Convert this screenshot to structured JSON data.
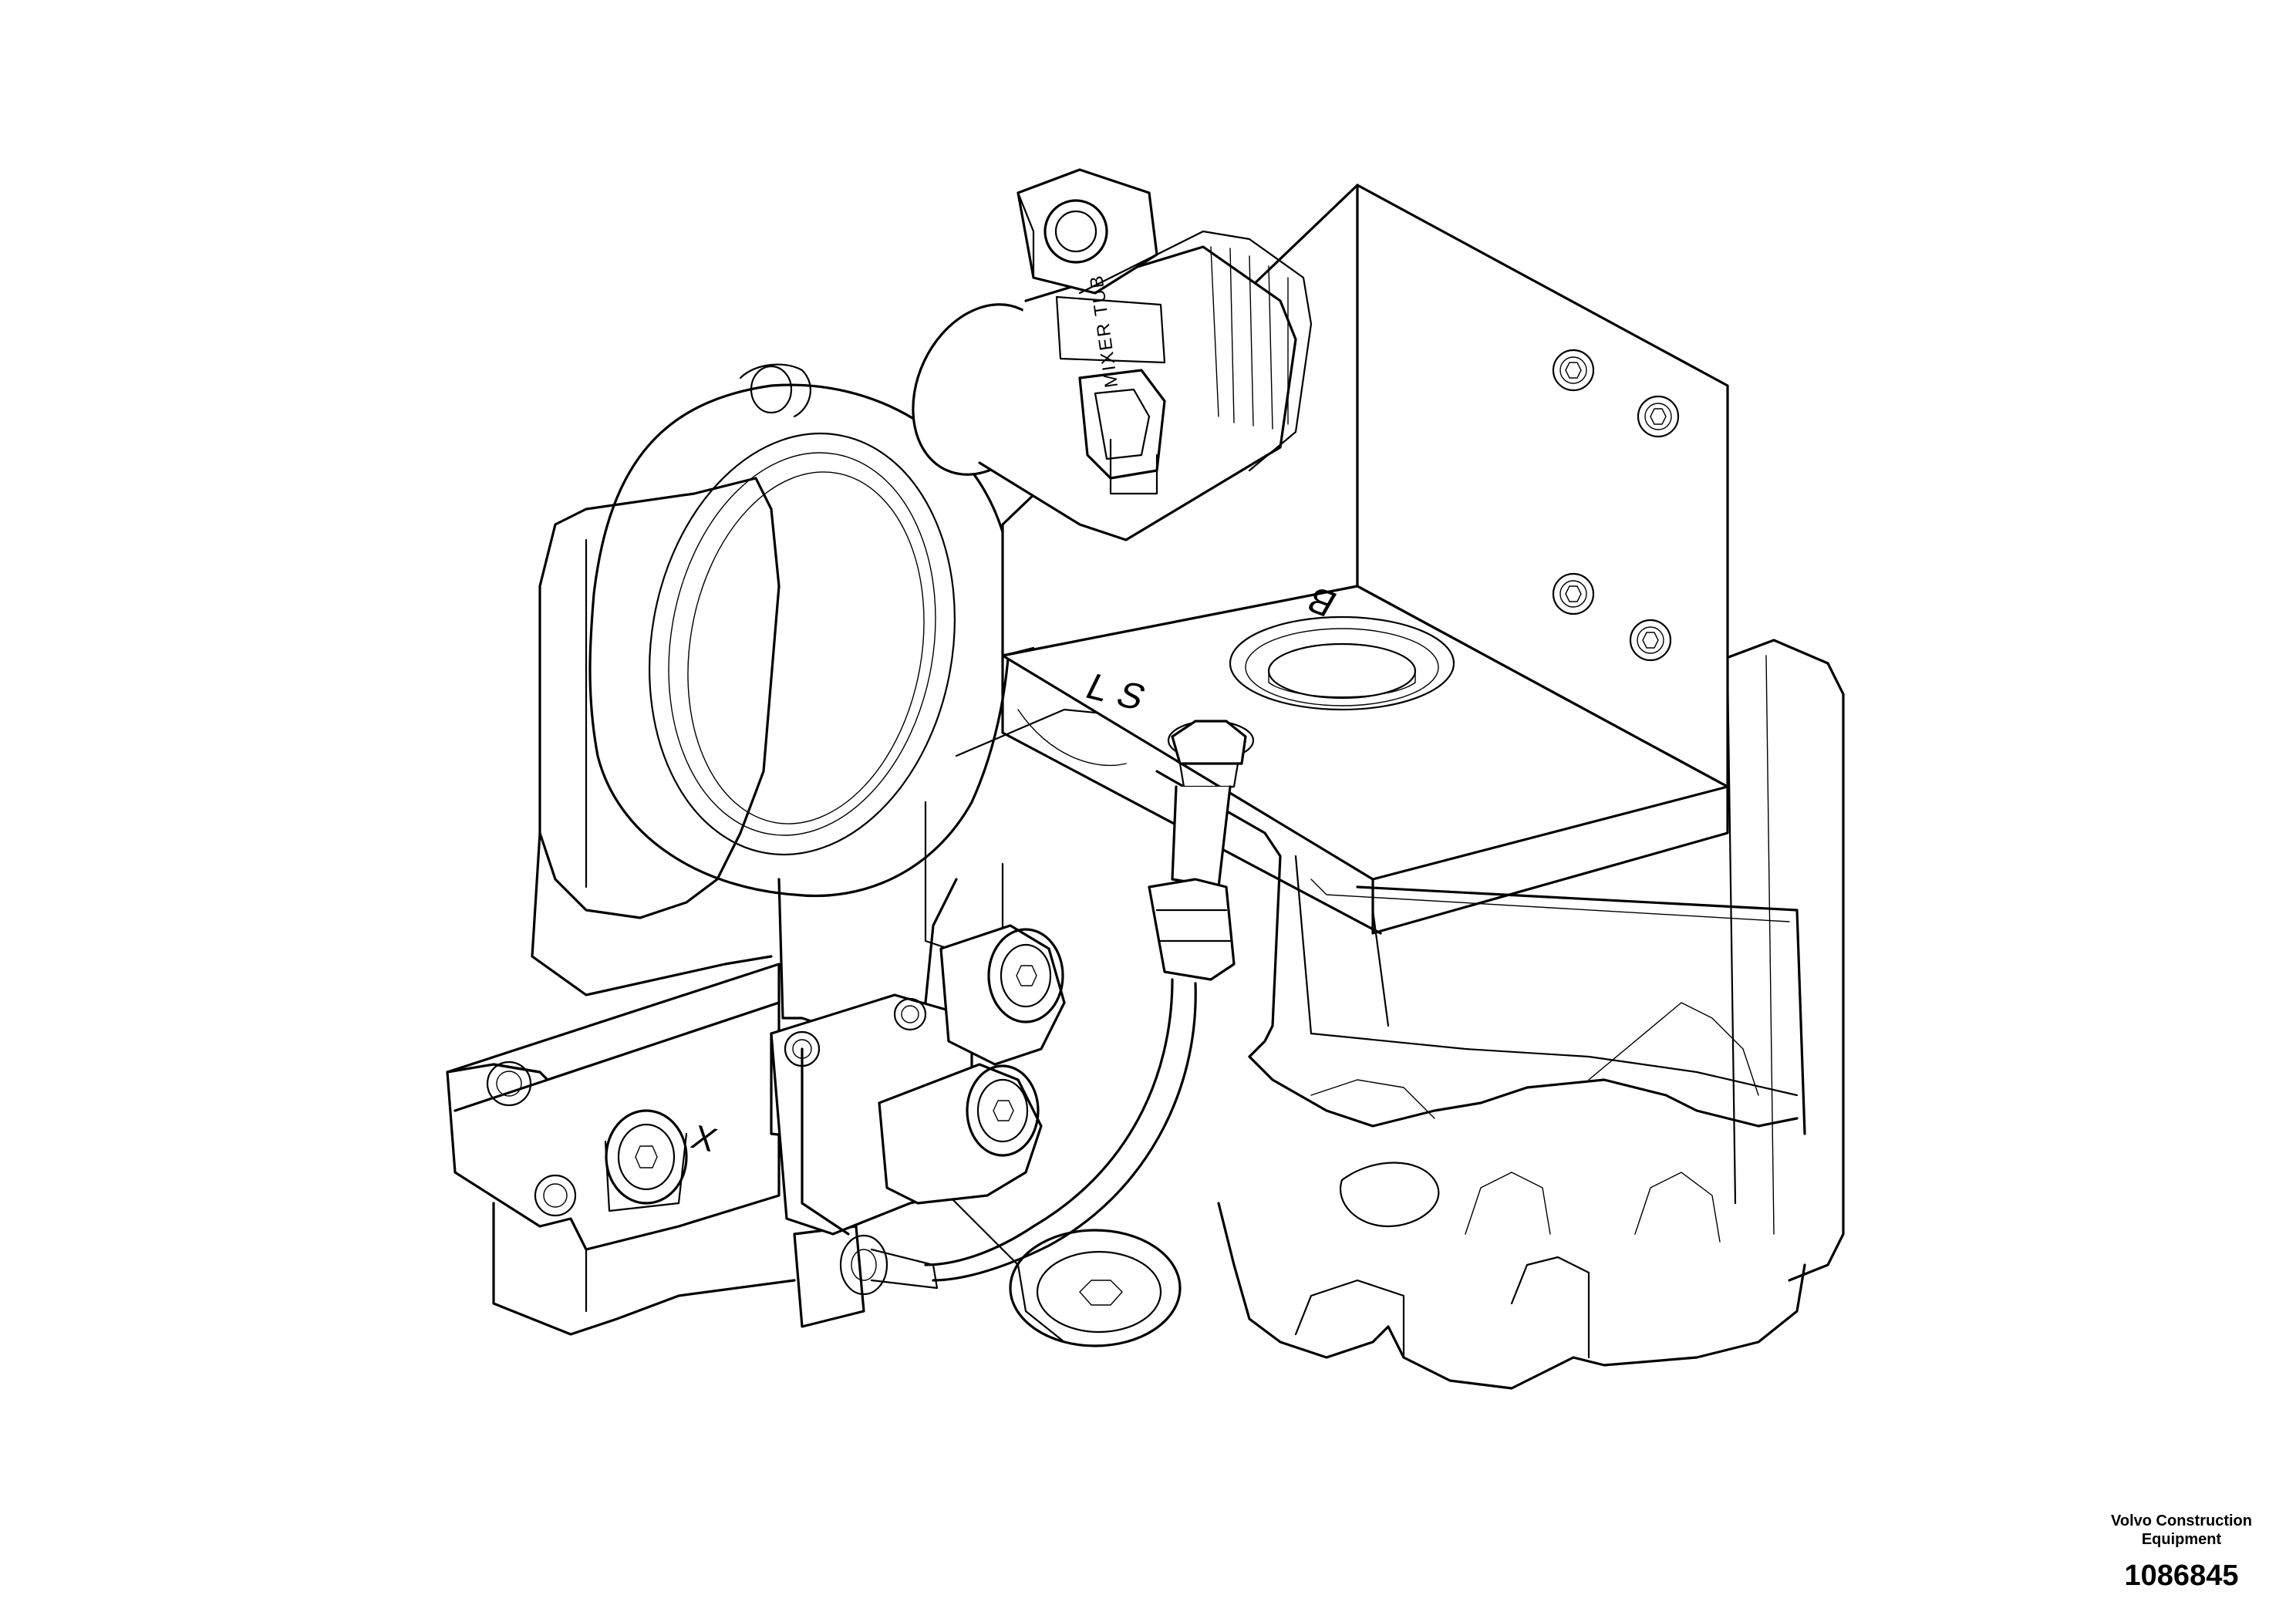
{
  "drawing": {
    "labels": {
      "port_b": "B",
      "port_ls": "LS",
      "port_x": "X",
      "coil_text": "MIXER TUB"
    }
  },
  "footer": {
    "company_line1": "Volvo Construction",
    "company_line2": "Equipment",
    "part_number": "1086845"
  }
}
